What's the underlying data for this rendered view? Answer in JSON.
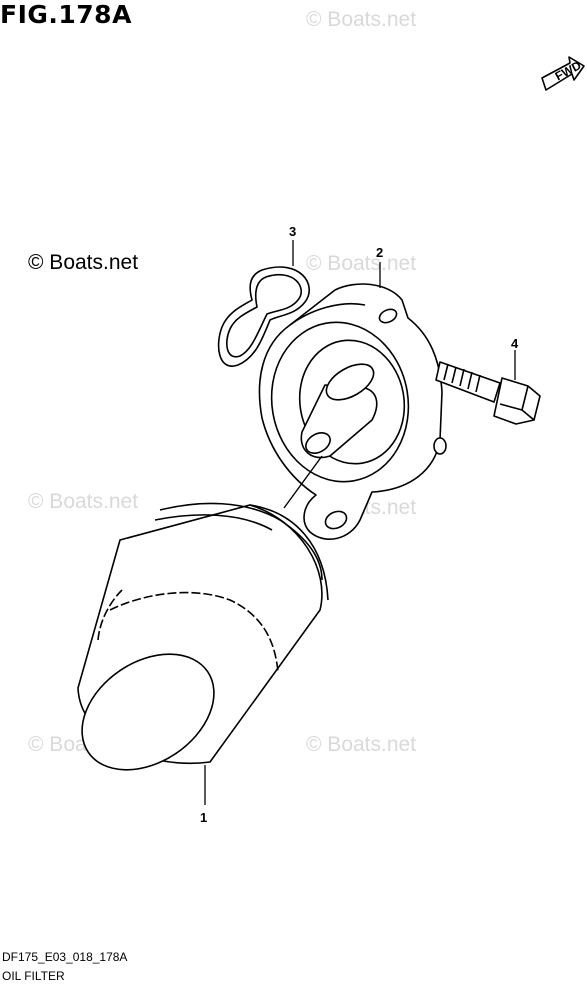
{
  "figure": {
    "title": "FIG.178A"
  },
  "credit": "© Boats.net",
  "watermark": "© Boats.net",
  "direction_badge": "FWD",
  "callouts": {
    "oil_filter": "1",
    "filter_mount": "2",
    "o_ring": "3",
    "bolt": "4"
  },
  "footer": {
    "model_code": "DF175_E03_018_178A",
    "part_group": "OIL FILTER"
  },
  "colors": {
    "line": "#000000",
    "watermark": "#d9d9d9"
  }
}
